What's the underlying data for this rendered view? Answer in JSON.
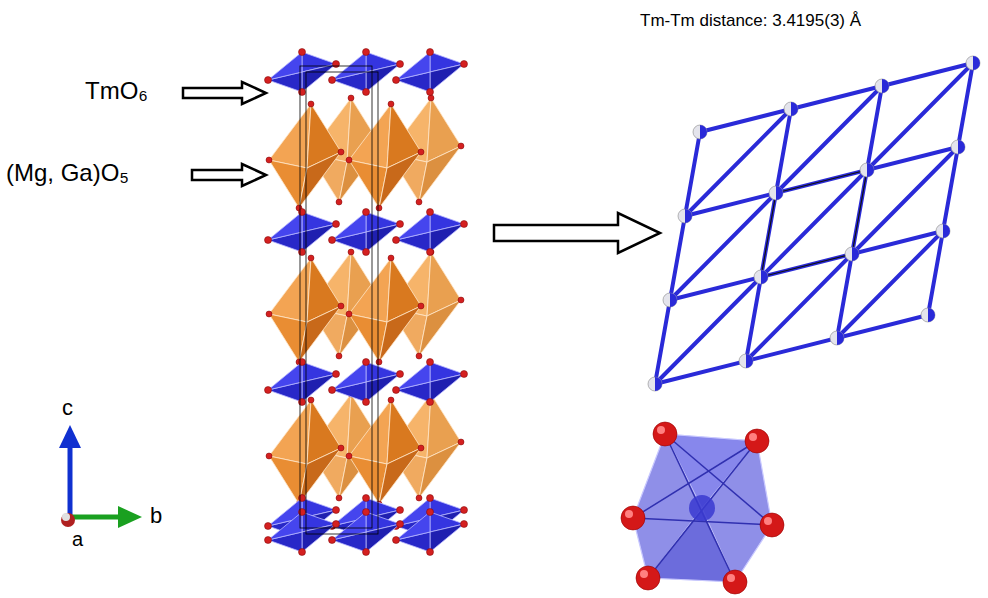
{
  "diagram": {
    "labels": [
      "TmO₆",
      "(Mg, Ga)O₅",
      "c",
      "b",
      "a",
      "Tm-Tm distance: 3.4195(3) Å"
    ]
  }
}
